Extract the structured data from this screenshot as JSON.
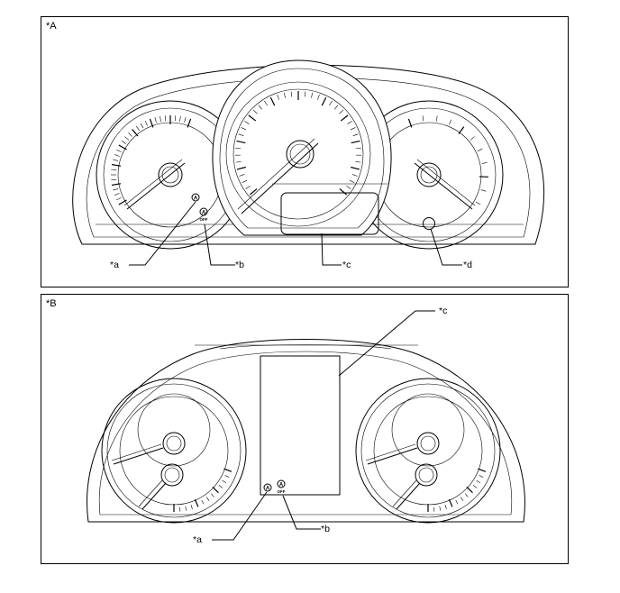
{
  "figure": {
    "panels": [
      {
        "id": "A",
        "label": "*A",
        "callouts": [
          "*a",
          "*b",
          "*c",
          "*d"
        ],
        "indicators": {
          "auto_icon": "A",
          "auto_off_icon": "A",
          "auto_off_text": "OFF"
        }
      },
      {
        "id": "B",
        "label": "*B",
        "callouts": [
          "*a",
          "*b",
          "*c"
        ],
        "indicators": {
          "auto_icon": "A",
          "auto_off_icon": "A",
          "auto_off_text": "OFF"
        }
      }
    ]
  }
}
